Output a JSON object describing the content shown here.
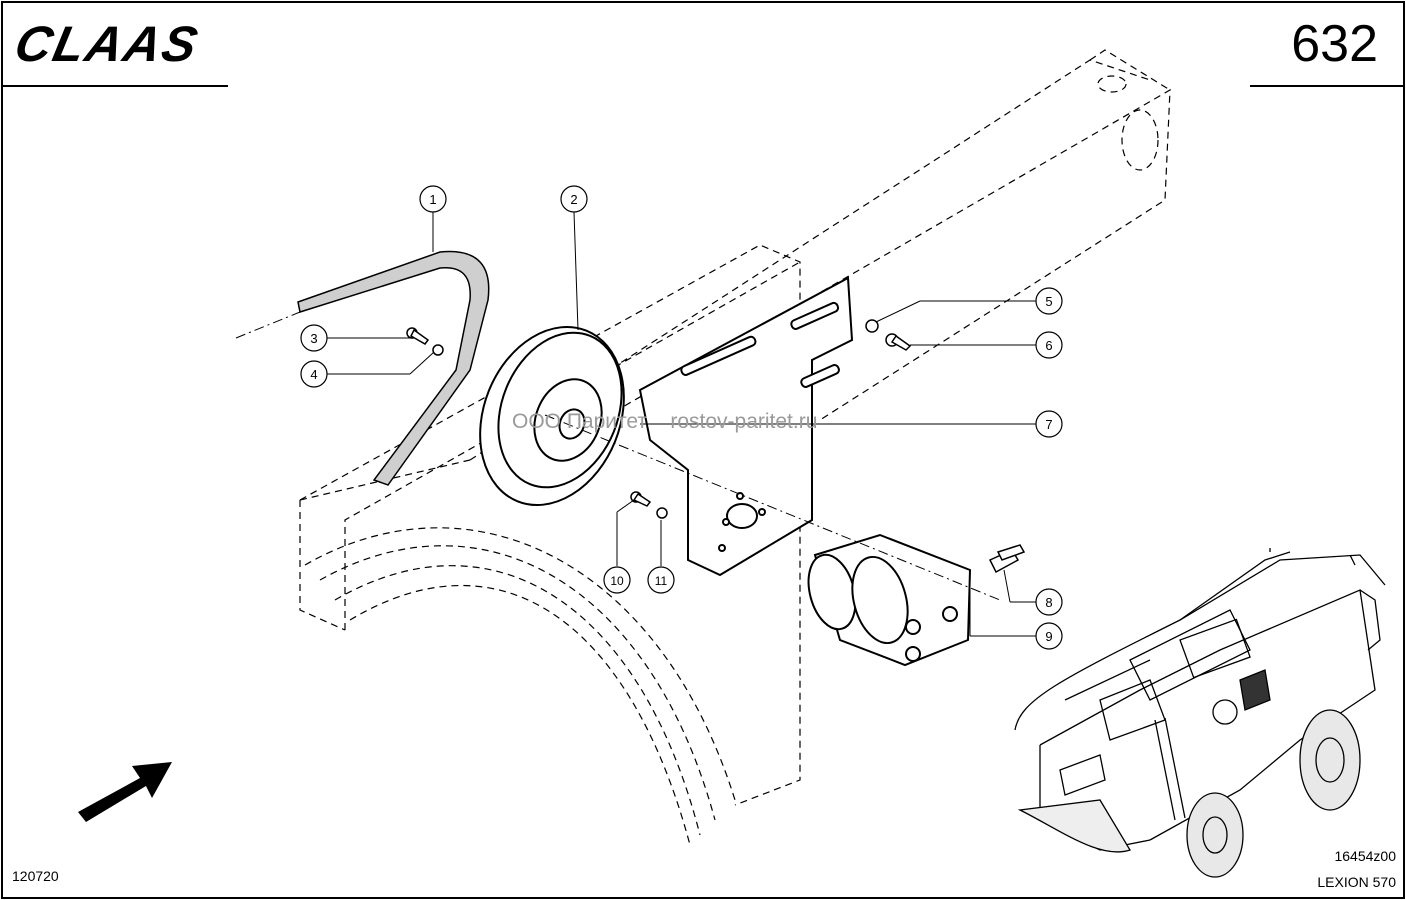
{
  "header": {
    "brand": "CLAAS",
    "page_number": "632"
  },
  "watermark": "ООО Паритет    rostov-paritet.ru",
  "callouts": [
    "1",
    "2",
    "3",
    "4",
    "5",
    "6",
    "7",
    "8",
    "9",
    "10",
    "11"
  ],
  "footer": {
    "left_code": "120720",
    "drawing_id": "16454z00",
    "model": "LEXION 570"
  }
}
